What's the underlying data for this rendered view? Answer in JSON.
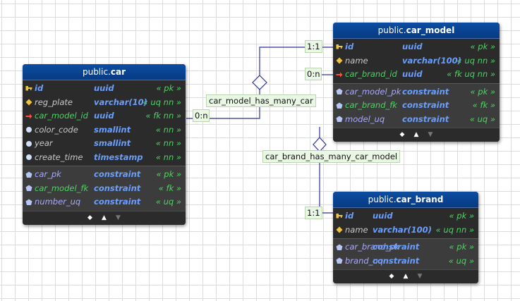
{
  "tables": {
    "car": {
      "schema": "public.",
      "name": "car",
      "fields": [
        {
          "name": "id",
          "type": "uuid",
          "mod": "« pk »"
        },
        {
          "name": "reg_plate",
          "type": "varchar(10)",
          "mod": "« uq nn »"
        },
        {
          "name": "car_model_id",
          "type": "uuid",
          "mod": "« fk nn »"
        },
        {
          "name": "color_code",
          "type": "smallint",
          "mod": "« nn »"
        },
        {
          "name": "year",
          "type": "smallint",
          "mod": "« nn »"
        },
        {
          "name": "create_time",
          "type": "timestamp",
          "mod": "« nn »"
        }
      ],
      "constraints": [
        {
          "name": "car_pk",
          "type": "constraint",
          "mod": "« pk »"
        },
        {
          "name": "car_model_fk",
          "type": "constraint",
          "mod": "« fk »"
        },
        {
          "name": "number_uq",
          "type": "constraint",
          "mod": "« uq »"
        }
      ]
    },
    "car_model": {
      "schema": "public.",
      "name": "car_model",
      "fields": [
        {
          "name": "id",
          "type": "uuid",
          "mod": "« pk »"
        },
        {
          "name": "name",
          "type": "varchar(100)",
          "mod": "« uq nn »"
        },
        {
          "name": "car_brand_id",
          "type": "uuid",
          "mod": "« fk uq nn »"
        }
      ],
      "constraints": [
        {
          "name": "car_model_pk",
          "type": "constraint",
          "mod": "« pk »"
        },
        {
          "name": "car_brand_fk",
          "type": "constraint",
          "mod": "« fk »"
        },
        {
          "name": "model_uq",
          "type": "constraint",
          "mod": "« uq »"
        }
      ]
    },
    "car_brand": {
      "schema": "public.",
      "name": "car_brand",
      "fields": [
        {
          "name": "id",
          "type": "uuid",
          "mod": "« pk »"
        },
        {
          "name": "name",
          "type": "varchar(100)",
          "mod": "« uq nn »"
        }
      ],
      "constraints": [
        {
          "name": "car_brand_pk",
          "type": "constraint",
          "mod": "« pk »"
        },
        {
          "name": "brand_uq",
          "type": "constraint",
          "mod": "« uq »"
        }
      ]
    }
  },
  "relationships": {
    "car_model_has_many_car": {
      "name": "car_model_has_many_car",
      "card_from": "1:1",
      "card_to": "0:n"
    },
    "car_brand_has_many_car_model": {
      "name": "car_brand_has_many_car_model",
      "card_from": "1:1",
      "card_to": "0:n"
    }
  },
  "footer": {
    "diamond": "◆",
    "up": "▲",
    "down": "▼"
  },
  "colors": {
    "header": "#073a82",
    "body": "#2b2b2b",
    "field_type": "#6a9fff",
    "fk": "#4ed264",
    "link": "#2b2f9e",
    "label_bg": "#eaf7e4"
  }
}
